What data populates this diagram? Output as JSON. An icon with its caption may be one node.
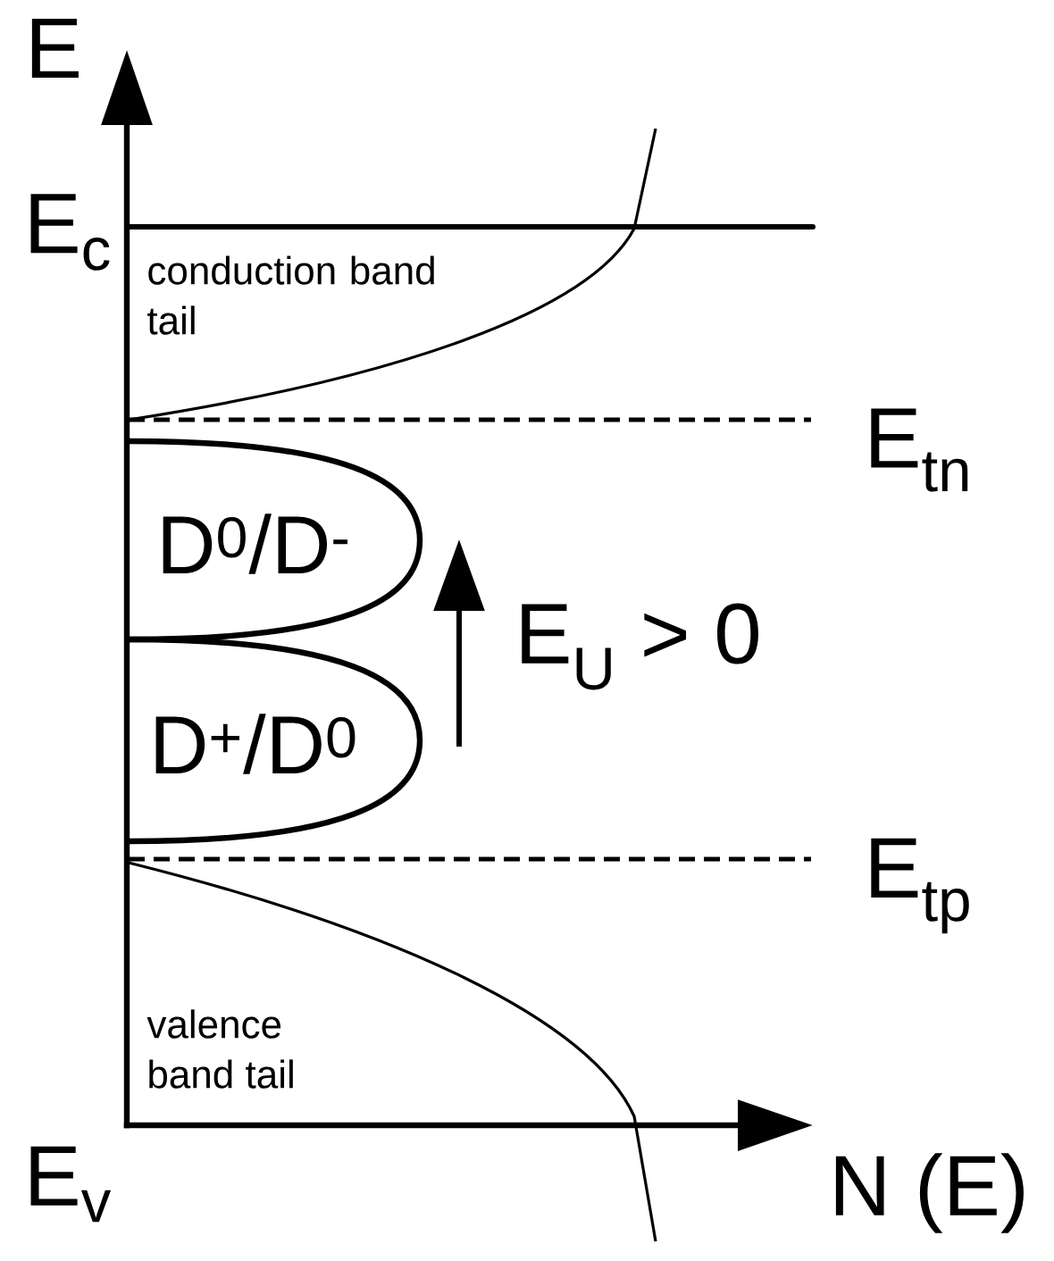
{
  "diagram": {
    "nodes": [
      {
        "text": [
          "D$^{0}$/D$^{-}$"
        ]
      },
      {
        "text": [
          "D$^{+}$/D$^{0}$"
        ]
      }
    ],
    "labels": [
      "E",
      "E$_{c}$",
      "conduction band tail",
      "E$_{tn}$",
      "E$_{U}$ > 0",
      "E$_{tp}$",
      "valence band tail",
      "E$_{v}$",
      "N (E)"
    ]
  }
}
